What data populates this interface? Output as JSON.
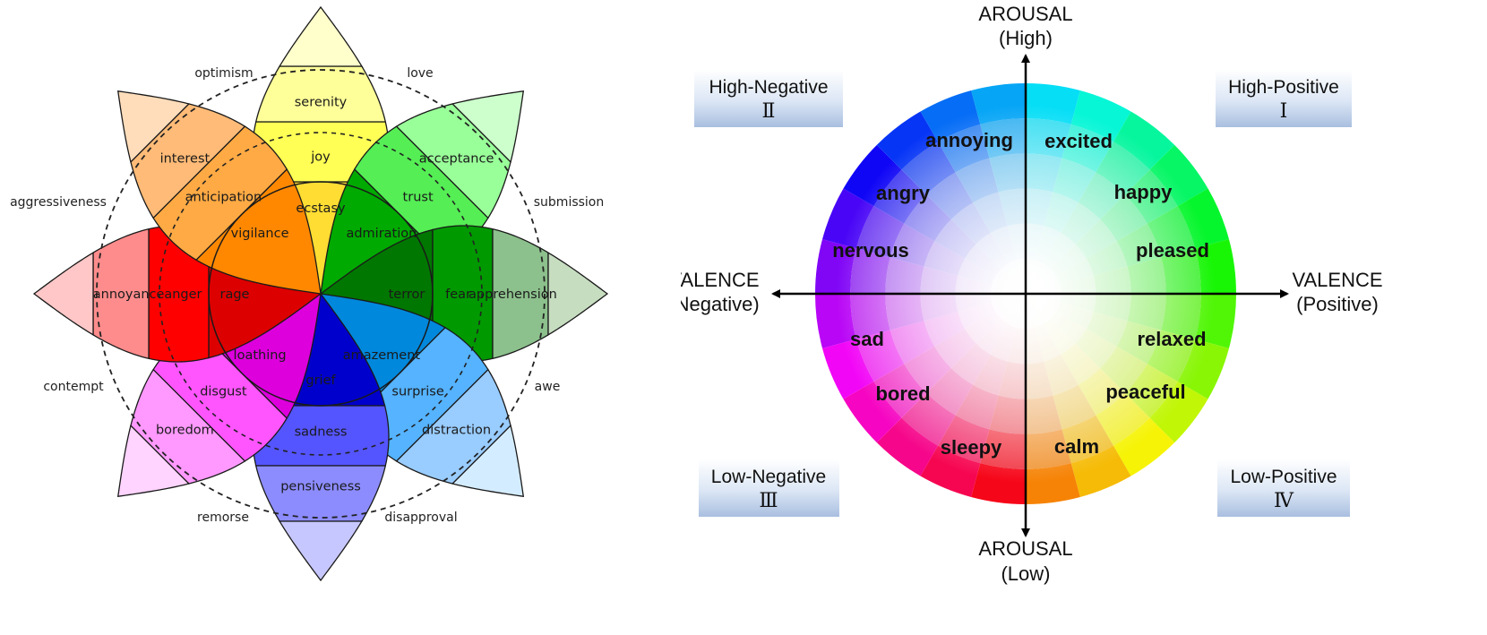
{
  "plutchik": {
    "petals": [
      {
        "outer": "serenity",
        "mid": "joy",
        "inner": "ecstasy",
        "colors": [
          "#ffffcc",
          "#ffff99",
          "#ffff55",
          "#ffdd33"
        ]
      },
      {
        "outer": "acceptance",
        "mid": "trust",
        "inner": "admiration",
        "colors": [
          "#ccffcc",
          "#99ff99",
          "#55ee55",
          "#00aa00"
        ]
      },
      {
        "outer": "apprehension",
        "mid": "fear",
        "inner": "terror",
        "colors": [
          "#c6ddc0",
          "#8cc08c",
          "#009900",
          "#007700"
        ]
      },
      {
        "outer": "distraction",
        "mid": "surprise",
        "inner": "amazement",
        "colors": [
          "#d4ecff",
          "#99ccff",
          "#55b3ff",
          "#0088dd"
        ]
      },
      {
        "outer": "pensiveness",
        "mid": "sadness",
        "inner": "grief",
        "colors": [
          "#c7c7ff",
          "#8c8cff",
          "#5555ff",
          "#0000cc"
        ]
      },
      {
        "outer": "boredom",
        "mid": "disgust",
        "inner": "loathing",
        "colors": [
          "#ffd4ff",
          "#ff99ff",
          "#ff55ff",
          "#dd00dd"
        ]
      },
      {
        "outer": "annoyance",
        "mid": "anger",
        "inner": "rage",
        "colors": [
          "#ffc7c7",
          "#ff8c8c",
          "#ff0000",
          "#dd0000"
        ]
      },
      {
        "outer": "interest",
        "mid": "anticipation",
        "inner": "vigilance",
        "colors": [
          "#ffddbb",
          "#ffbb77",
          "#ffaa44",
          "#ff8800"
        ]
      }
    ],
    "dyads": [
      "love",
      "submission",
      "awe",
      "disapproval",
      "remorse",
      "contempt",
      "aggressiveness",
      "optimism"
    ]
  },
  "circumplex": {
    "axis": {
      "arousal_high": [
        "AROUSAL",
        "(High)"
      ],
      "arousal_low": [
        "AROUSAL",
        "(Low)"
      ],
      "valence_negative": [
        "VALENCE",
        "(Negative)"
      ],
      "valence_positive": [
        "VALENCE",
        "(Positive)"
      ]
    },
    "quadrants": [
      {
        "title": "High-Negative",
        "numeral": "Ⅱ"
      },
      {
        "title": "High-Positive",
        "numeral": "Ⅰ"
      },
      {
        "title": "Low-Negative",
        "numeral": "Ⅲ"
      },
      {
        "title": "Low-Positive",
        "numeral": "Ⅳ"
      }
    ],
    "emotions": [
      "annoying",
      "excited",
      "angry",
      "happy",
      "nervous",
      "pleased",
      "sad",
      "relaxed",
      "bored",
      "peaceful",
      "sleepy",
      "calm"
    ]
  }
}
